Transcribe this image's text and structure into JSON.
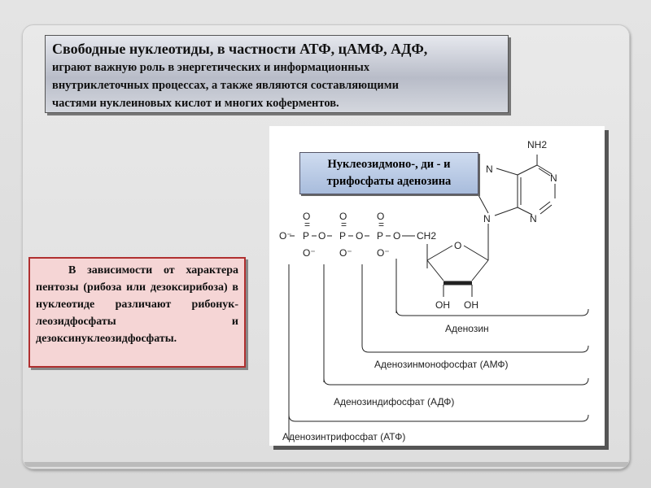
{
  "top_box": {
    "line1": "Свободные нуклеотиды, в частности АТФ, цАМФ, АДФ,",
    "line2": "играют важную роль в энергетических и информационных",
    "line3": "внутриклеточных процессах, а также являются составляющими",
    "line4": "частями нуклеиновых кислот и многих коферментов."
  },
  "side_box": {
    "text": "В зависимости от характера пентозы (рибоза или дезоксирибоза) в нуклеотиде различают рибонук-леозидфосфаты и дезоксинуклеозидфосфаты."
  },
  "diagram": {
    "callout_line1": "Нуклеозидмоно-, ди - и",
    "callout_line2": "трифосфаты аденозина",
    "atoms": {
      "nh2": "NH2",
      "n": "N",
      "o": "O",
      "p": "P",
      "o_minus": "O⁻",
      "ch2": "CH2",
      "oh": "OH"
    },
    "brackets": [
      "Аденозин",
      "Аденозинмонофосфат (АМФ)",
      "Аденозиндифосфат (АДФ)",
      "Аденозинтрифосфат (АТФ)"
    ]
  }
}
